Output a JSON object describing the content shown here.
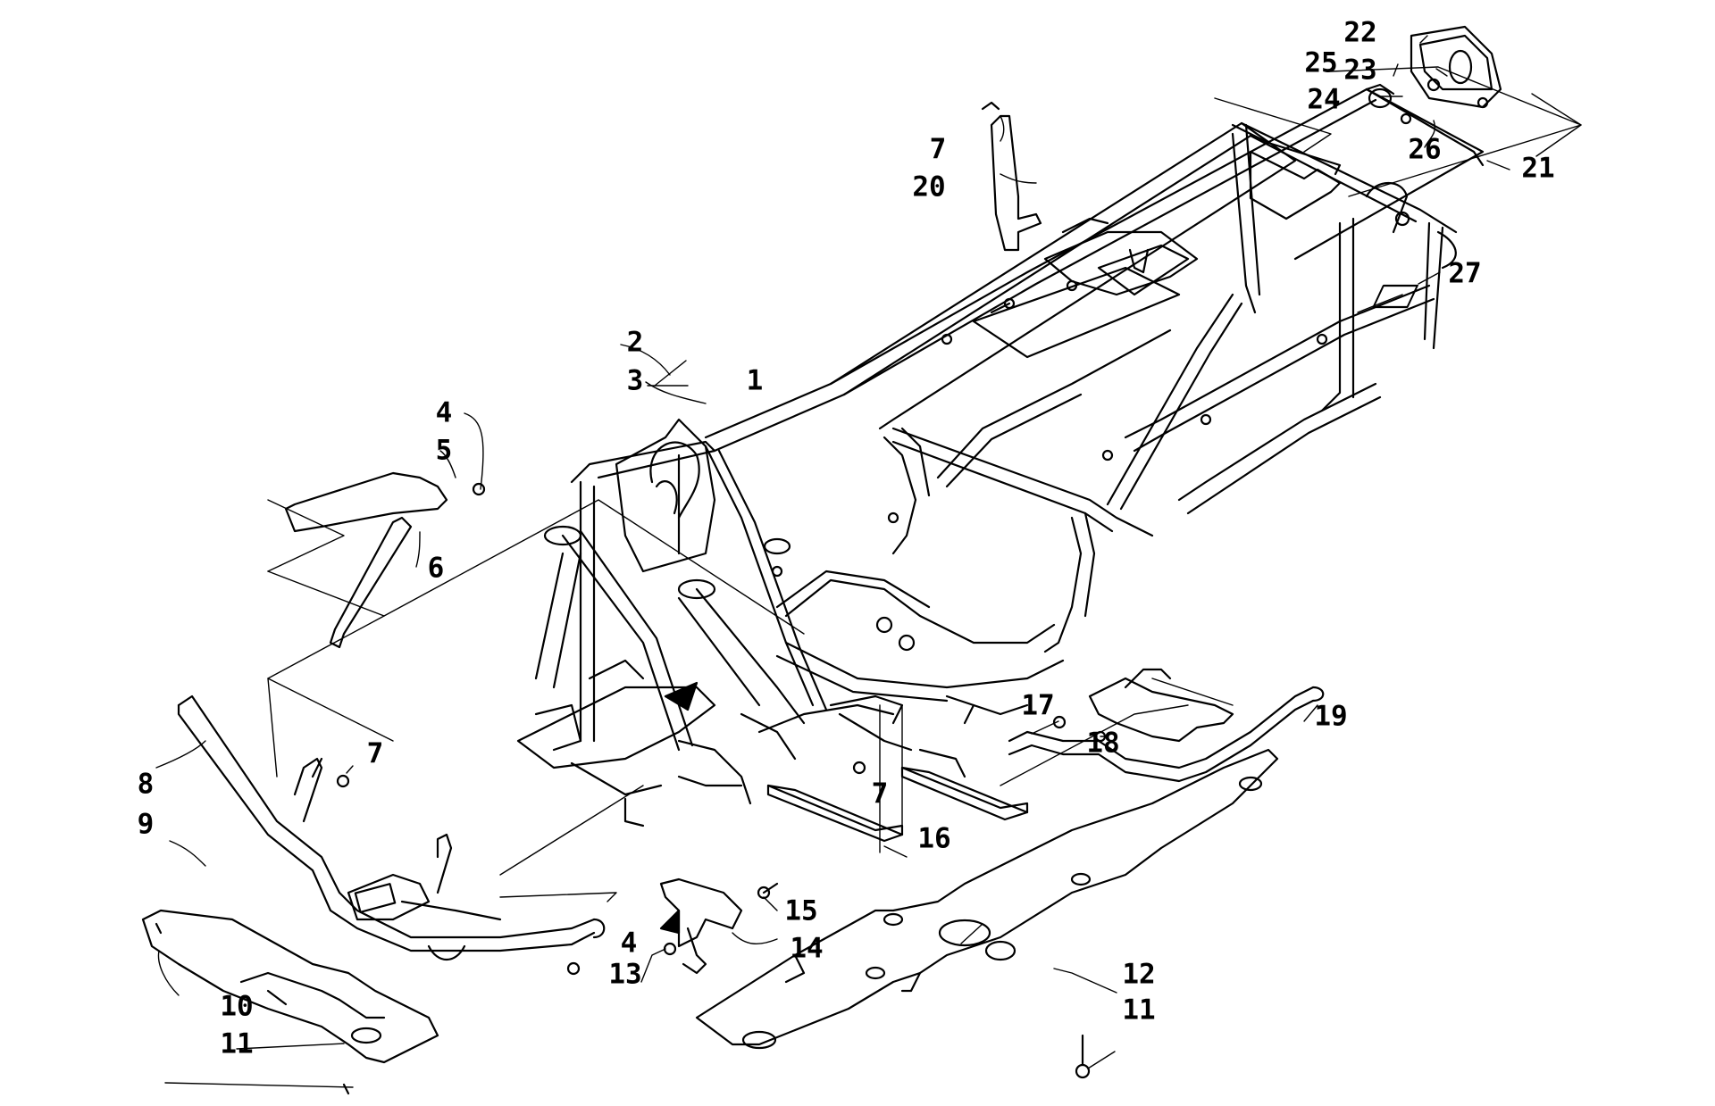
{
  "diagram": {
    "colors": {
      "ink": "#000000",
      "paper": "#ffffff"
    },
    "callouts": [
      {
        "id": "1",
        "label": "1"
      },
      {
        "id": "2",
        "label": "2"
      },
      {
        "id": "3",
        "label": "3"
      },
      {
        "id": "4a",
        "label": "4"
      },
      {
        "id": "4b",
        "label": "4"
      },
      {
        "id": "5",
        "label": "5"
      },
      {
        "id": "6",
        "label": "6"
      },
      {
        "id": "7a",
        "label": "7"
      },
      {
        "id": "7b",
        "label": "7"
      },
      {
        "id": "7c",
        "label": "7"
      },
      {
        "id": "8",
        "label": "8"
      },
      {
        "id": "9",
        "label": "9"
      },
      {
        "id": "10",
        "label": "10"
      },
      {
        "id": "11a",
        "label": "11"
      },
      {
        "id": "11b",
        "label": "11"
      },
      {
        "id": "12",
        "label": "12"
      },
      {
        "id": "13",
        "label": "13"
      },
      {
        "id": "14",
        "label": "14"
      },
      {
        "id": "15",
        "label": "15"
      },
      {
        "id": "16",
        "label": "16"
      },
      {
        "id": "17",
        "label": "17"
      },
      {
        "id": "18",
        "label": "18"
      },
      {
        "id": "19",
        "label": "19"
      },
      {
        "id": "20",
        "label": "20"
      },
      {
        "id": "21",
        "label": "21"
      },
      {
        "id": "22",
        "label": "22"
      },
      {
        "id": "23",
        "label": "23"
      },
      {
        "id": "24",
        "label": "24"
      },
      {
        "id": "25",
        "label": "25"
      },
      {
        "id": "26",
        "label": "26"
      },
      {
        "id": "27",
        "label": "27"
      }
    ]
  }
}
